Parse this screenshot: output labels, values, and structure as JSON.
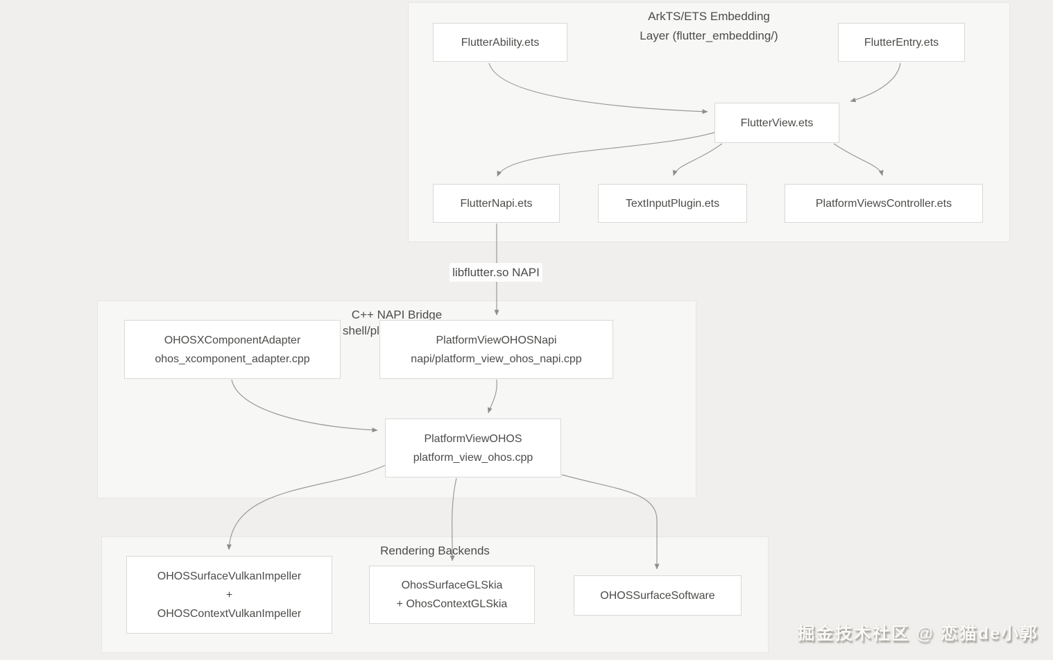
{
  "colors": {
    "page_background": "#f0efed",
    "container_fill": "#f7f7f5",
    "node_fill": "#ffffff",
    "node_border": "#d9d8d6",
    "arrow": "#9b9998",
    "text": "#4b4b49"
  },
  "containers": {
    "embedding": {
      "title_line1": "ArkTS/ETS Embedding",
      "title_line2": "Layer (flutter_embedding/)"
    },
    "napi_bridge": {
      "title_line1": "C++ NAPI Bridge",
      "subtitle_visible_fragment": "shell/pl"
    },
    "rendering": {
      "title": "Rendering Backends"
    }
  },
  "edge_label": "libflutter.so NAPI",
  "nodes": {
    "flutter_ability": {
      "lines": [
        "FlutterAbility.ets"
      ]
    },
    "flutter_entry": {
      "lines": [
        "FlutterEntry.ets"
      ]
    },
    "flutter_view": {
      "lines": [
        "FlutterView.ets"
      ]
    },
    "flutter_napi": {
      "lines": [
        "FlutterNapi.ets"
      ]
    },
    "text_input_plugin": {
      "lines": [
        "TextInputPlugin.ets"
      ]
    },
    "platform_views_controller": {
      "lines": [
        "PlatformViewsController.ets"
      ]
    },
    "ohos_xcomponent_adapter": {
      "lines": [
        "OHOSXComponentAdapter",
        "ohos_xcomponent_adapter.cpp"
      ]
    },
    "platform_view_ohos_napi": {
      "lines": [
        "PlatformViewOHOSNapi",
        "napi/platform_view_ohos_napi.cpp"
      ]
    },
    "platform_view_ohos": {
      "lines": [
        "PlatformViewOHOS",
        "platform_view_ohos.cpp"
      ]
    },
    "surface_vulkan_impeller": {
      "lines": [
        "OHOSSurfaceVulkanImpeller",
        "+",
        "OHOSContextVulkanImpeller"
      ]
    },
    "surface_gl_skia": {
      "lines": [
        "OhosSurfaceGLSkia",
        "+ OhosContextGLSkia"
      ]
    },
    "surface_software": {
      "lines": [
        "OHOSSurfaceSoftware"
      ]
    }
  },
  "edges": [
    {
      "from": "FlutterAbility.ets",
      "to": "FlutterView.ets"
    },
    {
      "from": "FlutterEntry.ets",
      "to": "FlutterView.ets"
    },
    {
      "from": "FlutterView.ets",
      "to": "FlutterNapi.ets"
    },
    {
      "from": "FlutterView.ets",
      "to": "TextInputPlugin.ets"
    },
    {
      "from": "FlutterView.ets",
      "to": "PlatformViewsController.ets"
    },
    {
      "from": "FlutterNapi.ets",
      "to": "PlatformViewOHOSNapi",
      "label": "libflutter.so NAPI"
    },
    {
      "from": "OHOSXComponentAdapter",
      "to": "PlatformViewOHOS"
    },
    {
      "from": "PlatformViewOHOSNapi",
      "to": "PlatformViewOHOS"
    },
    {
      "from": "PlatformViewOHOS",
      "to": "OHOSSurfaceVulkanImpeller"
    },
    {
      "from": "PlatformViewOHOS",
      "to": "OhosSurfaceGLSkia"
    },
    {
      "from": "PlatformViewOHOS",
      "to": "OHOSSurfaceSoftware"
    }
  ],
  "watermark": "掘金技术社区 @ 恋猫de小郭"
}
